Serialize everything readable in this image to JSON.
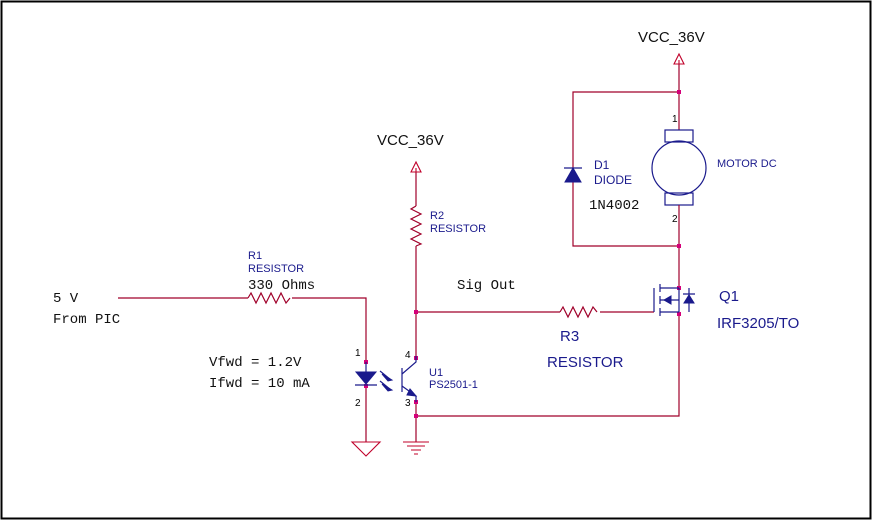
{
  "labels": {
    "vcc_top": "VCC_36V",
    "vcc_mid": "VCC_36V",
    "r1_ref": "R1",
    "r1_type": "RESISTOR",
    "r1_value": "330 Ohms",
    "r2_ref": "R2",
    "r2_type": "RESISTOR",
    "r3_ref": "R3",
    "r3_type": "RESISTOR",
    "d1_ref": "D1",
    "d1_type": "DIODE",
    "d1_value": "1N4002",
    "motor": "MOTOR DC",
    "q1_ref": "Q1",
    "q1_part": "IRF3205/TO",
    "u1_ref": "U1",
    "u1_part": "PS2501-1",
    "input_v": "5 V",
    "input_src": "From PIC",
    "vfwd": "Vfwd = 1.2V",
    "ifwd": "Ifwd = 10 mA",
    "sig_out": "Sig Out"
  },
  "pins": {
    "motor_top": "1",
    "motor_bot": "2",
    "led_top": "1",
    "led_bot": "2",
    "tr_top": "4",
    "tr_bot": "3"
  },
  "colors": {
    "wire": "#a0002a",
    "component": "#1a1a8c",
    "node": "#d4007a",
    "text": "#111111"
  }
}
